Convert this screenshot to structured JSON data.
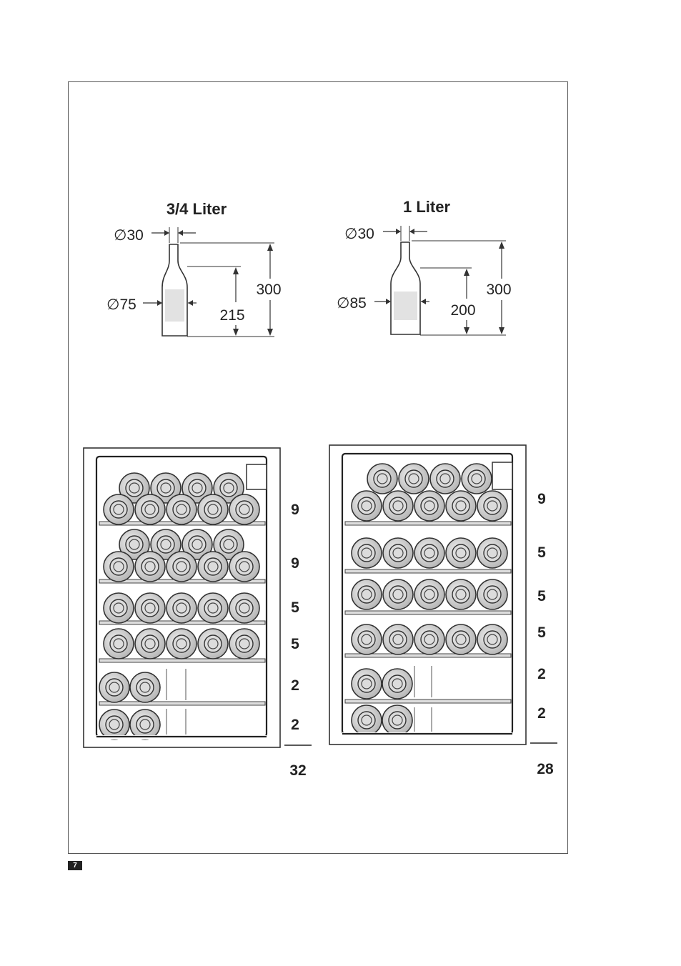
{
  "bottles": [
    {
      "title": "3/4 Liter",
      "neck_diameter": "∅30",
      "body_diameter": "∅75",
      "shoulder_height": "215",
      "total_height": "300"
    },
    {
      "title": "1 Liter",
      "neck_diameter": "∅30",
      "body_diameter": "∅85",
      "shoulder_height": "200",
      "total_height": "300"
    }
  ],
  "racks": [
    {
      "shelf_counts": [
        "9",
        "9",
        "5",
        "5",
        "2",
        "2"
      ],
      "total": "32"
    },
    {
      "shelf_counts": [
        "9",
        "5",
        "5",
        "5",
        "2",
        "2"
      ],
      "total": "28"
    }
  ],
  "page_number": "7"
}
